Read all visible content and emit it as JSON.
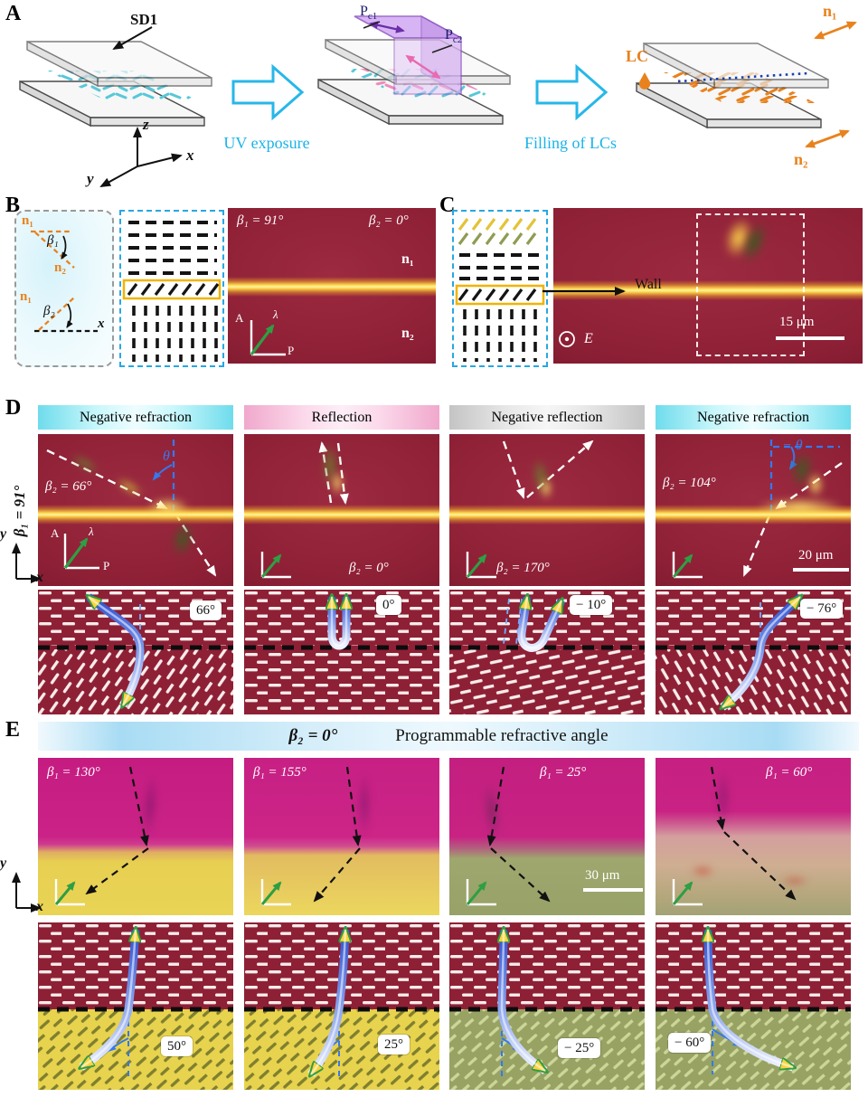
{
  "colors": {
    "accent_cyan": "#1ab3e8",
    "lc_orange": "#e8821e",
    "micro_maroon": "#8e2036",
    "wall_yellow": "#ffe36b",
    "micro_magenta": "#c91d84",
    "lc_yellow": "#e8d34e",
    "lc_olive": "#97a263",
    "guide_blue": "#3579ee"
  },
  "panelA": {
    "label": "A",
    "sd1": "SD1",
    "uv": "UV exposure",
    "filling": "Filling of LCs",
    "pc1": {
      "base": "P",
      "sub": "c1"
    },
    "pc2": {
      "base": "P",
      "sub": "c2"
    },
    "lc": "LC",
    "n1": "n₁",
    "n2": "n₂",
    "axis_x": "x",
    "axis_y": "y",
    "axis_z": "z"
  },
  "panelB": {
    "label": "B",
    "diagram": {
      "n1_top": "n₁",
      "beta1": "β₁",
      "n2": "n₂",
      "n1_bottom": "n₁",
      "beta2": "β₂",
      "x": "x"
    },
    "micro": {
      "beta1": "β₁ = 91°",
      "beta2": "β₂ = 0°",
      "n1": "n₁",
      "n2": "n₂"
    },
    "polarizer": {
      "a": "A",
      "p": "P",
      "lambda": "λ"
    }
  },
  "panelC": {
    "label": "C",
    "wall": "Wall",
    "scale": "15 μm",
    "efield": "E"
  },
  "panelD": {
    "label": "D",
    "side_label": "β₁ = 91°",
    "headers": [
      "Negative refraction",
      "Reflection",
      "Negative reflection",
      "Negative refraction"
    ],
    "micro_labels": [
      "β₂ = 66°",
      "β₂ = 0°",
      "β₂ = 170°",
      "β₂ = 104°"
    ],
    "theta": "θ",
    "neg_theta": "− θ",
    "scale": "20 μm",
    "schematic_angles": [
      "66°",
      "0°",
      "− 10°",
      "− 76°"
    ],
    "axis_x": "x",
    "axis_y": "y",
    "polarizer": {
      "a": "A",
      "p": "P",
      "lambda": "λ"
    }
  },
  "panelE": {
    "label": "E",
    "header_beta": "β₂ = 0°",
    "header_text": "Programmable refractive angle",
    "micro_labels": [
      "β₁ = 130°",
      "β₁ = 155°",
      "β₁ = 25°",
      "β₁ = 60°"
    ],
    "scale": "30 μm",
    "schematic_angles": [
      "50°",
      "25°",
      "− 25°",
      "− 60°"
    ],
    "axis_x": "x",
    "axis_y": "y"
  }
}
